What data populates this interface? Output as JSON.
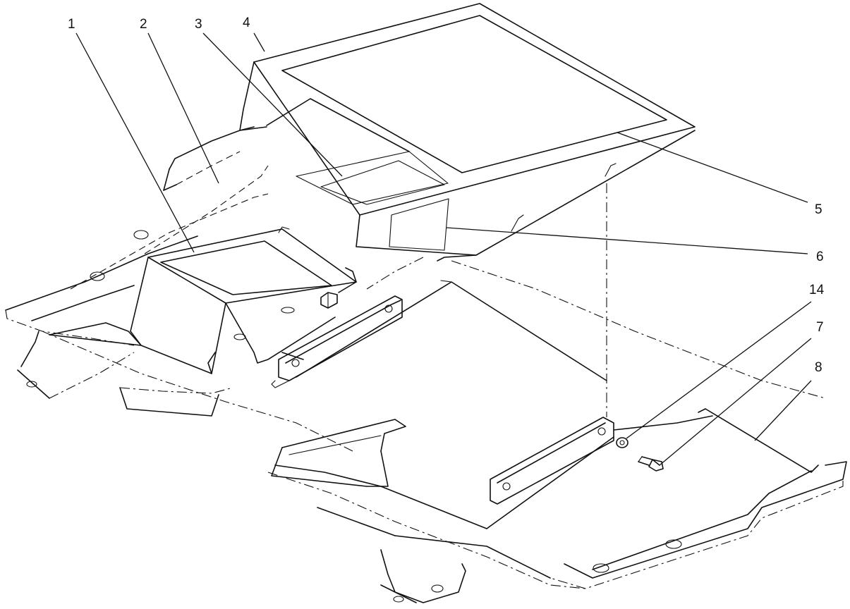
{
  "callouts": [
    {
      "id": "c1",
      "label": "1"
    },
    {
      "id": "c2",
      "label": "2"
    },
    {
      "id": "c3",
      "label": "3"
    },
    {
      "id": "c4",
      "label": "4"
    },
    {
      "id": "c5",
      "label": "5"
    },
    {
      "id": "c6",
      "label": "6"
    },
    {
      "id": "c14",
      "label": "14"
    },
    {
      "id": "c7",
      "label": "7"
    },
    {
      "id": "c8",
      "label": "8"
    }
  ]
}
